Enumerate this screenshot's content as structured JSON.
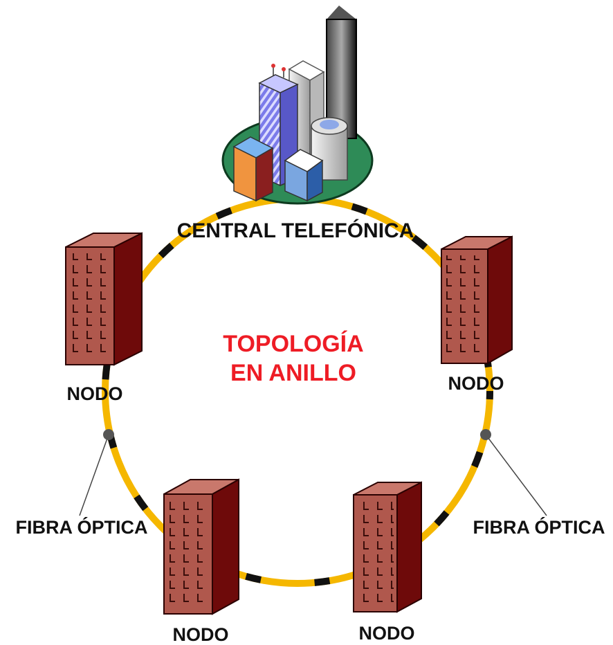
{
  "diagram": {
    "title_line1": "TOPOLOGÍA",
    "title_line2": "EN ANILLO",
    "central_label": "CENTRAL TELEFÓNICA",
    "node_labels": [
      "NODO",
      "NODO",
      "NODO",
      "NODO"
    ],
    "fiber_labels": [
      "FIBRA ÓPTICA",
      "FIBRA ÓPTICA"
    ],
    "colors": {
      "title": "#ee1c25",
      "ring_yellow": "#f5b700",
      "ring_black": "#111111",
      "building_front": "#b0584d",
      "building_side": "#6e0a0a",
      "building_top": "#c9786c",
      "central_base": "#2e8b57"
    }
  }
}
